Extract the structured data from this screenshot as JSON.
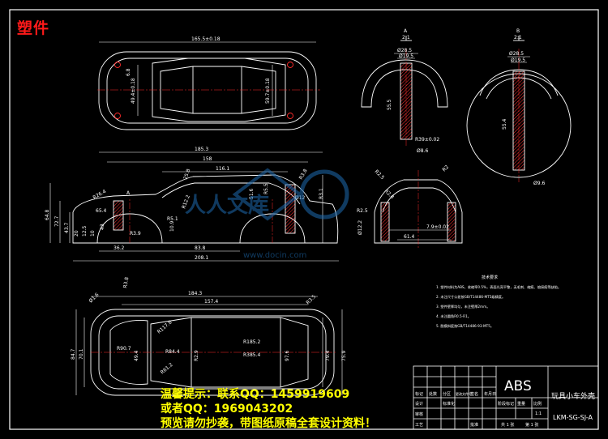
{
  "header": {
    "corner_label": "塑件"
  },
  "section_a": {
    "label": "A",
    "scale": "2:1",
    "dims": [
      "Ø28.5",
      "Ø19.5",
      "55.5",
      "R39±0.02",
      "Ø8.6"
    ]
  },
  "section_b": {
    "label": "B",
    "scale": "2:1",
    "dims": [
      "Ø28.5",
      "Ø19.5",
      "55.4",
      "Ø9.6"
    ]
  },
  "top_view": {
    "dims": [
      "165.5±0.18",
      "6.8",
      "49.4±0.18",
      "59.7±0.18"
    ]
  },
  "side_view": {
    "dims": [
      "185.3",
      "158",
      "116.1",
      "51.6",
      "64.8",
      "72.7",
      "43.7",
      "20",
      "12.5",
      "10",
      "43",
      "36.2",
      "83.8",
      "208.1",
      "65.4",
      "R3.9",
      "R5.1",
      "R12.2",
      "25.8",
      "10.9",
      "R26.4",
      "Ø12",
      "R3.8",
      "R3.1",
      "R5.5"
    ],
    "label_a": "A"
  },
  "front_view": {
    "dims": [
      "R2.5",
      "R2",
      "R2.8",
      "7.9±0.02",
      "61.4",
      "Ø12.2",
      "R2.5"
    ]
  },
  "bottom_view": {
    "dims": [
      "Ø1.6",
      "R3.8",
      "184.3",
      "157.4",
      "R3.5",
      "R117.6",
      "R84.4",
      "84.7",
      "70.1",
      "49.4",
      "R2.9",
      "R61.2",
      "R90.7",
      "R185.2",
      "R385.4",
      "97.6",
      "79.4",
      "75.9"
    ]
  },
  "notes": {
    "title": "技术要求",
    "items": [
      "1. 塑件材料为ABS，收缩率0.5%，表面光亮平整，无毛刺、缩痕、熔接痕等缺陷。",
      "2. 未注尺寸公差按GB/T14486-MT5级精度。",
      "3. 塑件壁厚均匀，未注壁厚2mm。",
      "4. 未注圆角R0.5-R1。",
      "5. 脱模斜度按GB/T14486-93-MT5。"
    ]
  },
  "title_block": {
    "material": "ABS",
    "part_name": "玩具小车外壳",
    "drawing_no": "LKM-SG-SJ-A",
    "scale": "1:1",
    "sheet_total": "共 1 张",
    "sheet_index": "第 1 张",
    "col_labels": [
      "标记",
      "处数",
      "分区",
      "更改文件号",
      "签名",
      "年月日"
    ],
    "row_labels": [
      "设计",
      "审核",
      "工艺",
      "批准"
    ],
    "extra_labels": [
      "标准化",
      "阶段标记",
      "重量",
      "比例"
    ]
  },
  "banner": {
    "line1": "温馨提示：联系QQ：1459919609",
    "line2": "或者QQ：1969043202",
    "line3": "预览请勿抄袭，带图纸原稿全套设计资料！"
  },
  "watermark": {
    "text": "www.docin.com",
    "sub": "人人文库"
  },
  "colors": {
    "line": "#ffffff",
    "center": "#ff2a2a",
    "dim": "#ffffff",
    "accent": "#ffff00",
    "fill_hatch": "#ff3030",
    "watermark": "#1e6bb0"
  }
}
